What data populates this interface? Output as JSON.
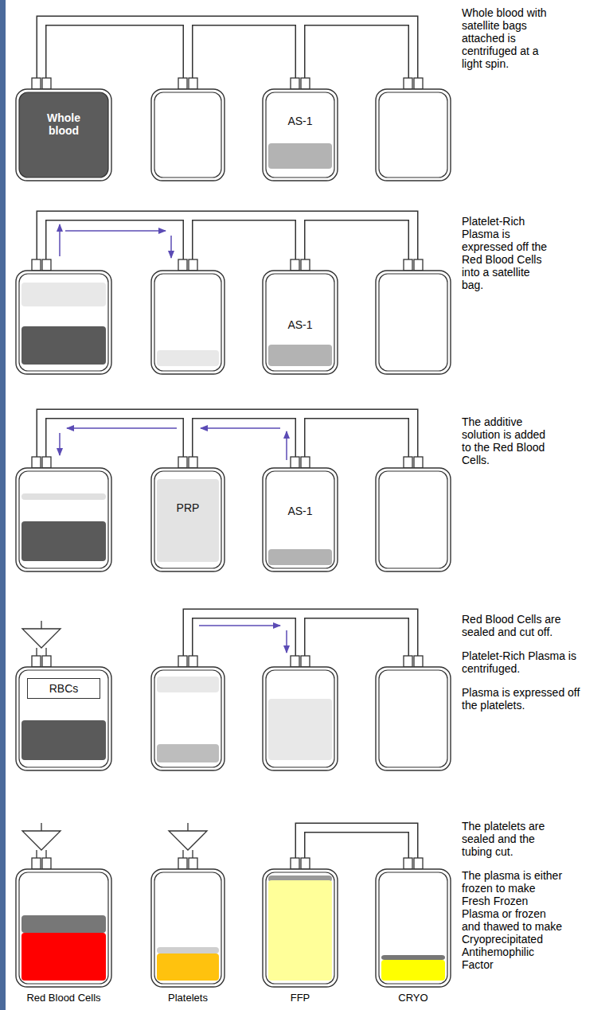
{
  "diagram": {
    "nodes": [
      {
        "text": [
          "Whole blood"
        ]
      },
      {
        "text": [
          "AS-1"
        ]
      },
      {
        "text": [
          "AS-1"
        ]
      },
      {
        "text": [
          "PRP"
        ]
      },
      {
        "text": [
          "AS-1"
        ]
      },
      {
        "text": [
          "RBCs"
        ]
      }
    ],
    "labels": [
      "Whole blood with satellite bags attached is centrifuged at a light spin.",
      "Platelet-Rich Plasma is expressed off the Red Blood Cells into a satellite bag.",
      "The additive solution is added to the Red Blood Cells.",
      "Red Blood Cells are sealed and cut off.",
      "Platelet-Rich Plasma is centrifuged.",
      "Plasma is expressed off the platelets.",
      "The platelets are sealed and the tubing cut.",
      "The plasma is either frozen to make Fresh Frozen Plasma or frozen and thawed to make Cryoprecipitated Antihemophilic Factor",
      "Red Blood Cells",
      "Platelets",
      "FFP",
      "CRYO"
    ]
  }
}
